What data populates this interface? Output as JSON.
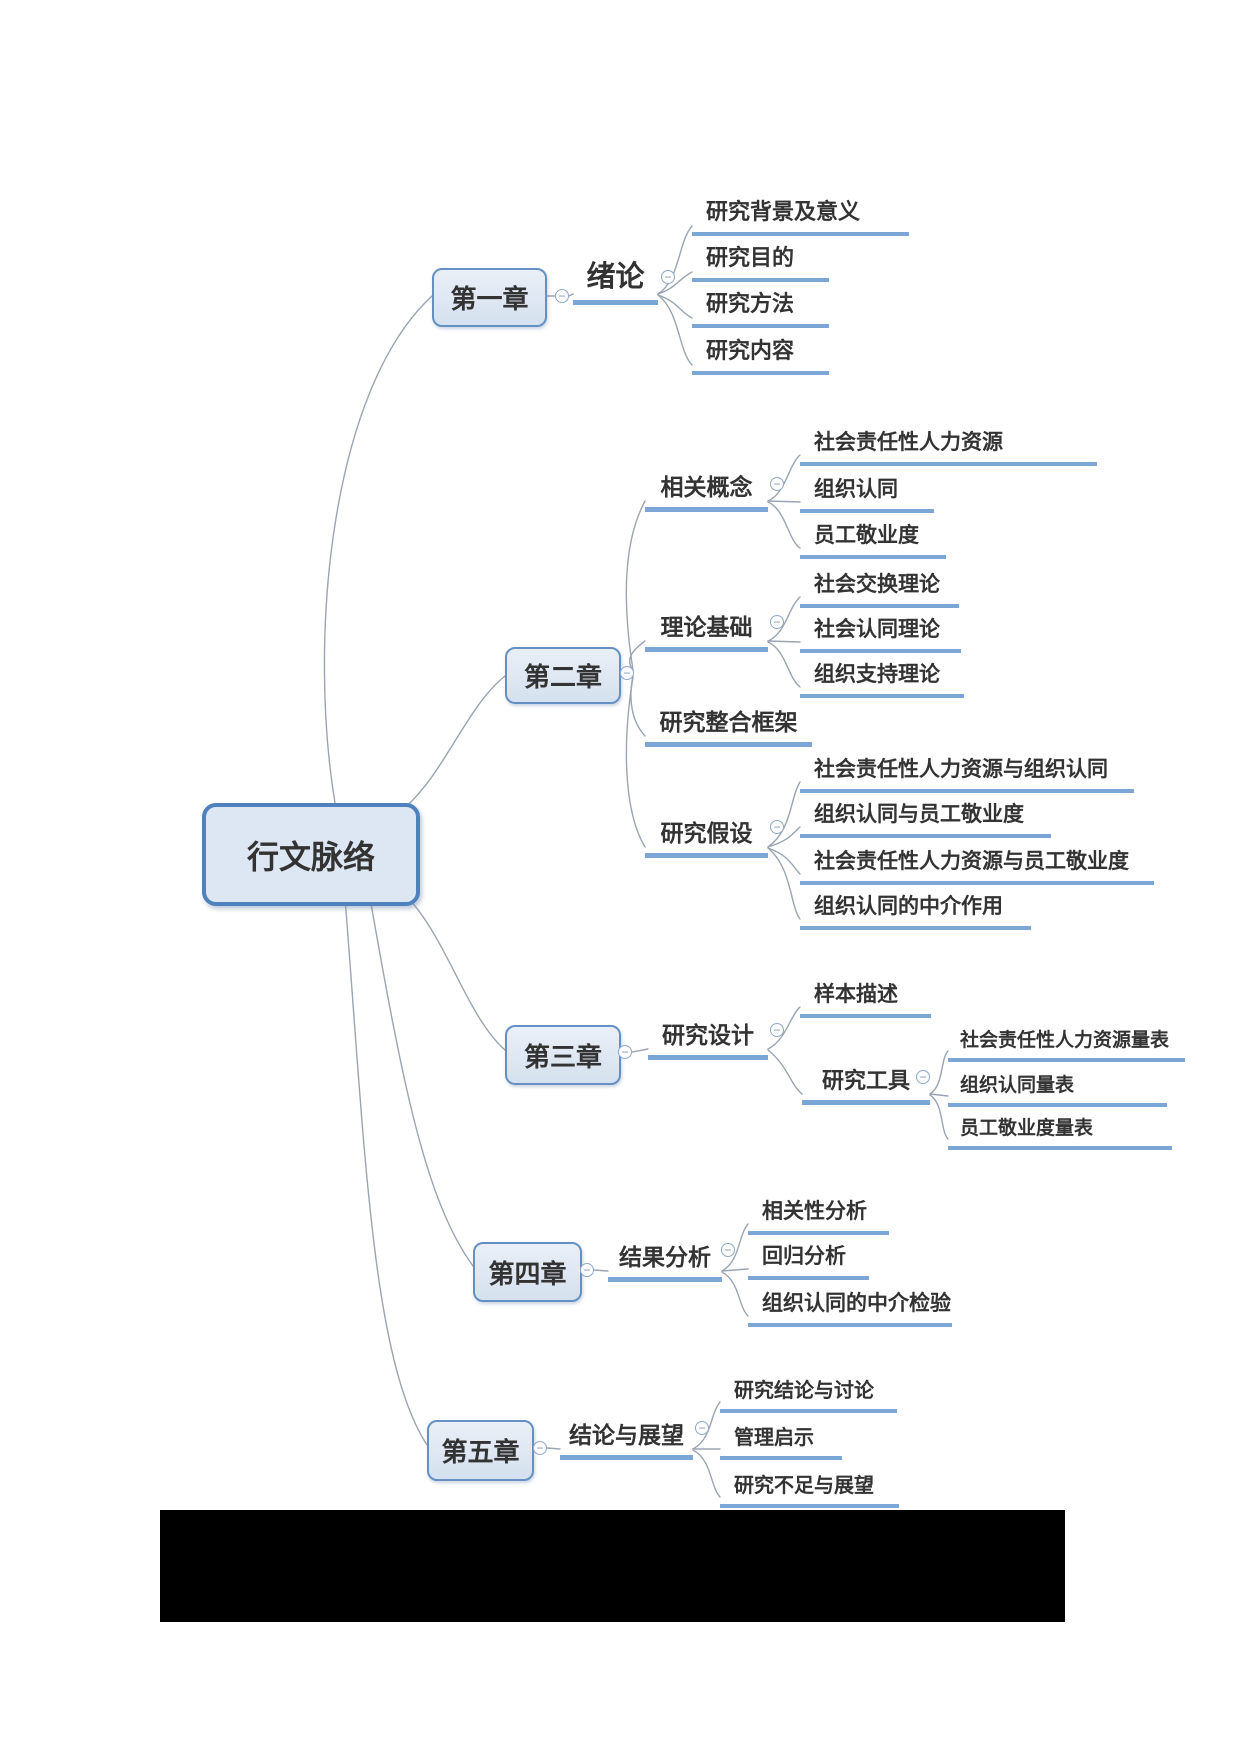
{
  "icons": {
    "collapse_glyph": "−",
    "collapse": "minus-circle-icon"
  },
  "colors": {
    "node_border": "#4f81bd",
    "node_fill": "#dde7f4",
    "branch_bar": "#7ba6d6",
    "connector": "#9aa4b2",
    "text": "#333333",
    "footer_bar": "#000000"
  },
  "mindmap": {
    "root": "行文脉络",
    "ch1": {
      "box": "第一章",
      "topic": "绪论",
      "leaves": [
        "研究背景及意义",
        "研究目的",
        "研究方法",
        "研究内容"
      ]
    },
    "ch2": {
      "box": "第二章",
      "concepts": {
        "label": "相关概念",
        "leaves": [
          "社会责任性人力资源",
          "组织认同",
          "员工敬业度"
        ]
      },
      "theory": {
        "label": "理论基础",
        "leaves": [
          "社会交换理论",
          "社会认同理论",
          "组织支持理论"
        ]
      },
      "framework": {
        "label": "研究整合框架"
      },
      "hypotheses": {
        "label": "研究假设",
        "leaves": [
          "社会责任性人力资源与组织认同",
          "组织认同与员工敬业度",
          "社会责任性人力资源与员工敬业度",
          "组织认同的中介作用"
        ]
      }
    },
    "ch3": {
      "box": "第三章",
      "topic": "研究设计",
      "sample": "样本描述",
      "tools": {
        "label": "研究工具",
        "leaves": [
          "社会责任性人力资源量表",
          "组织认同量表",
          "员工敬业度量表"
        ]
      }
    },
    "ch4": {
      "box": "第四章",
      "topic": "结果分析",
      "leaves": [
        "相关性分析",
        "回归分析",
        "组织认同的中介检验"
      ]
    },
    "ch5": {
      "box": "第五章",
      "topic": "结论与展望",
      "leaves": [
        "研究结论与讨论",
        "管理启示",
        "研究不足与展望"
      ]
    }
  }
}
